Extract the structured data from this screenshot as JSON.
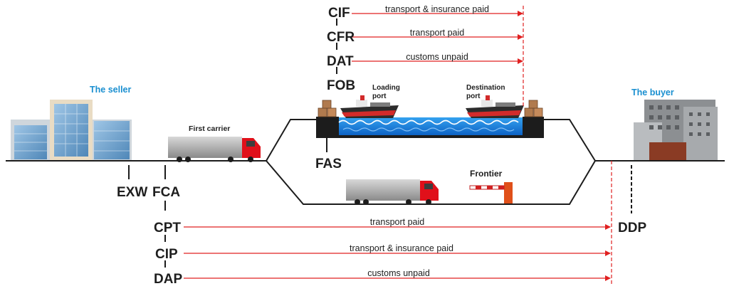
{
  "parties": {
    "seller": "The seller",
    "buyer": "The buyer"
  },
  "places": {
    "first_carrier": "First carrier",
    "loading_port_line1": "Loading",
    "loading_port_line2": "port",
    "destination_port_line1": "Destination",
    "destination_port_line2": "port",
    "frontier": "Frontier"
  },
  "terms": {
    "exw": "EXW",
    "fca": "FCA",
    "fas": "FAS",
    "fob": "FOB",
    "dat": "DAT",
    "cfr": "CFR",
    "cif": "CIF",
    "cpt": "CPT",
    "cip": "CIP",
    "dap": "DAP",
    "ddp": "DDP"
  },
  "sea_arrows": {
    "cif": "transport & insurance paid",
    "cfr": "transport paid",
    "dat": "customs unpaid"
  },
  "land_arrows": {
    "cpt": "transport paid",
    "cip": "transport & insurance paid",
    "dap": "customs unpaid"
  },
  "colors": {
    "arrow": "#e02020",
    "party_label": "#1a8fd0",
    "sea": "#1a7fe0",
    "truck_cab": "#e0101a",
    "dock": "#1c1c1c"
  }
}
